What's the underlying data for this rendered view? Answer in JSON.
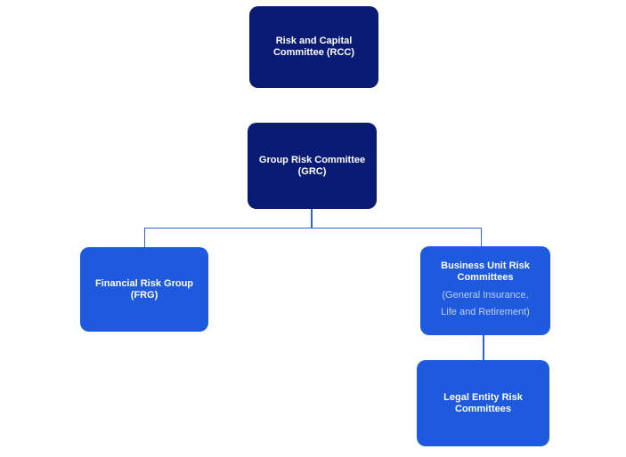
{
  "colors": {
    "background": "#ffffff",
    "dark_box": "#0a1b75",
    "bright_box": "#1e5ade",
    "connector": "#3063d6",
    "text_primary": "#ffffff",
    "text_secondary": "#c3ceee"
  },
  "nodes": {
    "rcc": {
      "line1": "Risk and Capital",
      "line2": "Committee (RCC)"
    },
    "grc": {
      "line1": "Group Risk Committee",
      "line2": "(GRC)"
    },
    "frg": {
      "line1": "Financial Risk Group",
      "line2": "(FRG)"
    },
    "bu": {
      "line1": "Business Unit Risk",
      "line2": "Committees",
      "sub1": "(General Insurance,",
      "sub2": "Life and Retirement)"
    },
    "legal": {
      "line1": "Legal Entity Risk",
      "line2": "Committees"
    }
  },
  "structure": {
    "type": "org-chart",
    "edges": [
      {
        "from": "grc",
        "to": "frg"
      },
      {
        "from": "grc",
        "to": "bu"
      },
      {
        "from": "bu",
        "to": "legal"
      }
    ]
  }
}
